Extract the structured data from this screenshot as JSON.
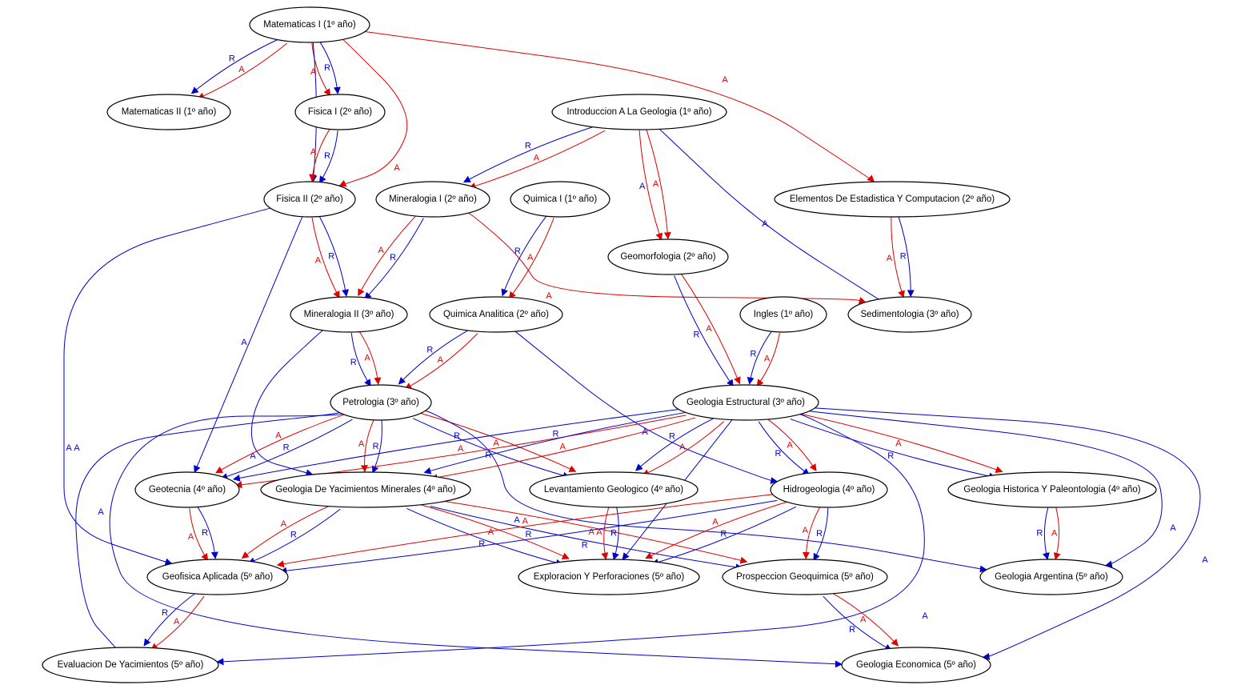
{
  "diagram": {
    "title": "Correlatividades - Geologia",
    "colors": {
      "A": "#e00000",
      "R": "#0000cc",
      "node_stroke": "#000000",
      "background": "#ffffff"
    },
    "legend_codes": {
      "A": "A",
      "R": "R"
    },
    "nodes": [
      {
        "id": "mat1",
        "label": "Matematicas I (1º año)"
      },
      {
        "id": "mat2",
        "label": "Matematicas II (1º año)"
      },
      {
        "id": "fis1",
        "label": "Fisica I (2º año)"
      },
      {
        "id": "intro",
        "label": "Introduccion A La Geologia (1º año)"
      },
      {
        "id": "fis2",
        "label": "Fisica II (2º año)"
      },
      {
        "id": "min1",
        "label": "Mineralogia I (2º año)"
      },
      {
        "id": "qui1",
        "label": "Quimica I (1º año)"
      },
      {
        "id": "estad",
        "label": "Elementos De Estadistica Y Computacion (2º año)"
      },
      {
        "id": "geomorf",
        "label": "Geomorfologia (2º año)"
      },
      {
        "id": "min2",
        "label": "Mineralogia II (3º año)"
      },
      {
        "id": "quian",
        "label": "Quimica Analitica (2º año)"
      },
      {
        "id": "ingles",
        "label": "Ingles (1º año)"
      },
      {
        "id": "sedim",
        "label": "Sedimentologia (3º año)"
      },
      {
        "id": "petro",
        "label": "Petrologia (3º año)"
      },
      {
        "id": "gestr",
        "label": "Geologia Estructural (3º año)"
      },
      {
        "id": "geotec",
        "label": "Geotecnia (4º año)"
      },
      {
        "id": "gym",
        "label": "Geologia De Yacimientos Minerales (4º año)"
      },
      {
        "id": "levant",
        "label": "Levantamiento Geologico (4º año)"
      },
      {
        "id": "hidro",
        "label": "Hidrogeologia (4º año)"
      },
      {
        "id": "histpal",
        "label": "Geologia Historica Y Paleontologia (4º año)"
      },
      {
        "id": "geofis",
        "label": "Geofisica Aplicada (5º año)"
      },
      {
        "id": "explor",
        "label": "Exploracion Y Perforaciones (5º año)"
      },
      {
        "id": "prosp",
        "label": "Prospeccion Geoquimica (5º año)"
      },
      {
        "id": "garg",
        "label": "Geologia Argentina (5º año)"
      },
      {
        "id": "evyac",
        "label": "Evaluacion De Yacimientos (5º año)"
      },
      {
        "id": "geoeco",
        "label": "Geologia Economica (5º año)"
      }
    ],
    "edges": [
      {
        "from": "mat1",
        "to": "mat2",
        "type": "A"
      },
      {
        "from": "mat1",
        "to": "mat2",
        "type": "R"
      },
      {
        "from": "mat1",
        "to": "fis1",
        "type": "R"
      },
      {
        "from": "mat1",
        "to": "fis1",
        "type": "A"
      },
      {
        "from": "mat1",
        "to": "fis2",
        "type": "R"
      },
      {
        "from": "mat1",
        "to": "fis2",
        "type": "A"
      },
      {
        "from": "mat1",
        "to": "estad",
        "type": "A"
      },
      {
        "from": "fis1",
        "to": "fis2",
        "type": "R"
      },
      {
        "from": "fis1",
        "to": "fis2",
        "type": "A"
      },
      {
        "from": "intro",
        "to": "min1",
        "type": "A"
      },
      {
        "from": "intro",
        "to": "min1",
        "type": "R"
      },
      {
        "from": "intro",
        "to": "geomorf",
        "type": "A"
      },
      {
        "from": "intro",
        "to": "geomorf",
        "type": "A",
        "label_color": "R"
      },
      {
        "from": "intro",
        "to": "sedim",
        "type": "R",
        "label": "A"
      },
      {
        "from": "estad",
        "to": "sedim",
        "type": "R"
      },
      {
        "from": "estad",
        "to": "sedim",
        "type": "A"
      },
      {
        "from": "fis2",
        "to": "min2",
        "type": "R"
      },
      {
        "from": "fis2",
        "to": "min2",
        "type": "A"
      },
      {
        "from": "fis2",
        "to": "geotec",
        "type": "R",
        "label": "A"
      },
      {
        "from": "fis2",
        "to": "geofis",
        "type": "R",
        "label": "A"
      },
      {
        "from": "min1",
        "to": "min2",
        "type": "R"
      },
      {
        "from": "min1",
        "to": "min2",
        "type": "A"
      },
      {
        "from": "min1",
        "to": "sedim",
        "type": "A"
      },
      {
        "from": "qui1",
        "to": "quian",
        "type": "A"
      },
      {
        "from": "qui1",
        "to": "quian",
        "type": "R"
      },
      {
        "from": "geomorf",
        "to": "gestr",
        "type": "A"
      },
      {
        "from": "geomorf",
        "to": "gestr",
        "type": "R"
      },
      {
        "from": "ingles",
        "to": "gestr",
        "type": "A"
      },
      {
        "from": "ingles",
        "to": "gestr",
        "type": "R"
      },
      {
        "from": "min2",
        "to": "petro",
        "type": "A"
      },
      {
        "from": "min2",
        "to": "petro",
        "type": "R"
      },
      {
        "from": "min2",
        "to": "gym",
        "type": "R",
        "label": "A"
      },
      {
        "from": "quian",
        "to": "petro",
        "type": "A"
      },
      {
        "from": "quian",
        "to": "petro",
        "type": "R"
      },
      {
        "from": "quian",
        "to": "hidro",
        "type": "R",
        "label": "A"
      },
      {
        "from": "petro",
        "to": "geotec",
        "type": "R"
      },
      {
        "from": "petro",
        "to": "geotec",
        "type": "A"
      },
      {
        "from": "petro",
        "to": "gym",
        "type": "R"
      },
      {
        "from": "petro",
        "to": "gym",
        "type": "A"
      },
      {
        "from": "petro",
        "to": "levant",
        "type": "A"
      },
      {
        "from": "petro",
        "to": "levant",
        "type": "R"
      },
      {
        "from": "petro",
        "to": "garg",
        "type": "R",
        "label": "A"
      },
      {
        "from": "petro",
        "to": "evyac",
        "type": "R",
        "label": "A"
      },
      {
        "from": "petro",
        "to": "geoeco",
        "type": "R",
        "label": "A"
      },
      {
        "from": "gestr",
        "to": "geotec",
        "type": "A"
      },
      {
        "from": "gestr",
        "to": "geotec",
        "type": "R"
      },
      {
        "from": "gestr",
        "to": "gym",
        "type": "A"
      },
      {
        "from": "gestr",
        "to": "gym",
        "type": "R"
      },
      {
        "from": "gestr",
        "to": "levant",
        "type": "A"
      },
      {
        "from": "gestr",
        "to": "levant",
        "type": "R"
      },
      {
        "from": "gestr",
        "to": "hidro",
        "type": "A"
      },
      {
        "from": "gestr",
        "to": "hidro",
        "type": "R"
      },
      {
        "from": "gestr",
        "to": "histpal",
        "type": "A"
      },
      {
        "from": "gestr",
        "to": "histpal",
        "type": "R"
      },
      {
        "from": "gestr",
        "to": "explor",
        "type": "R",
        "label": "A"
      },
      {
        "from": "gestr",
        "to": "garg",
        "type": "R",
        "label": "A"
      },
      {
        "from": "gestr",
        "to": "geoeco",
        "type": "R",
        "label": "A"
      },
      {
        "from": "gestr",
        "to": "evyac",
        "type": "R",
        "label": "A"
      },
      {
        "from": "geotec",
        "to": "geofis",
        "type": "R"
      },
      {
        "from": "geotec",
        "to": "geofis",
        "type": "A"
      },
      {
        "from": "gym",
        "to": "geofis",
        "type": "R"
      },
      {
        "from": "gym",
        "to": "geofis",
        "type": "A"
      },
      {
        "from": "gym",
        "to": "explor",
        "type": "A"
      },
      {
        "from": "gym",
        "to": "explor",
        "type": "R"
      },
      {
        "from": "gym",
        "to": "prosp",
        "type": "A"
      },
      {
        "from": "gym",
        "to": "prosp",
        "type": "R"
      },
      {
        "from": "levant",
        "to": "explor",
        "type": "R"
      },
      {
        "from": "levant",
        "to": "explor",
        "type": "A"
      },
      {
        "from": "hidro",
        "to": "geofis",
        "type": "R"
      },
      {
        "from": "hidro",
        "to": "geofis",
        "type": "A"
      },
      {
        "from": "hidro",
        "to": "explor",
        "type": "R"
      },
      {
        "from": "hidro",
        "to": "explor",
        "type": "A"
      },
      {
        "from": "hidro",
        "to": "prosp",
        "type": "R"
      },
      {
        "from": "hidro",
        "to": "prosp",
        "type": "A"
      },
      {
        "from": "histpal",
        "to": "garg",
        "type": "A"
      },
      {
        "from": "histpal",
        "to": "garg",
        "type": "R"
      },
      {
        "from": "geofis",
        "to": "evyac",
        "type": "A"
      },
      {
        "from": "geofis",
        "to": "evyac",
        "type": "R"
      },
      {
        "from": "prosp",
        "to": "geoeco",
        "type": "A"
      },
      {
        "from": "prosp",
        "to": "geoeco",
        "type": "R"
      }
    ]
  }
}
